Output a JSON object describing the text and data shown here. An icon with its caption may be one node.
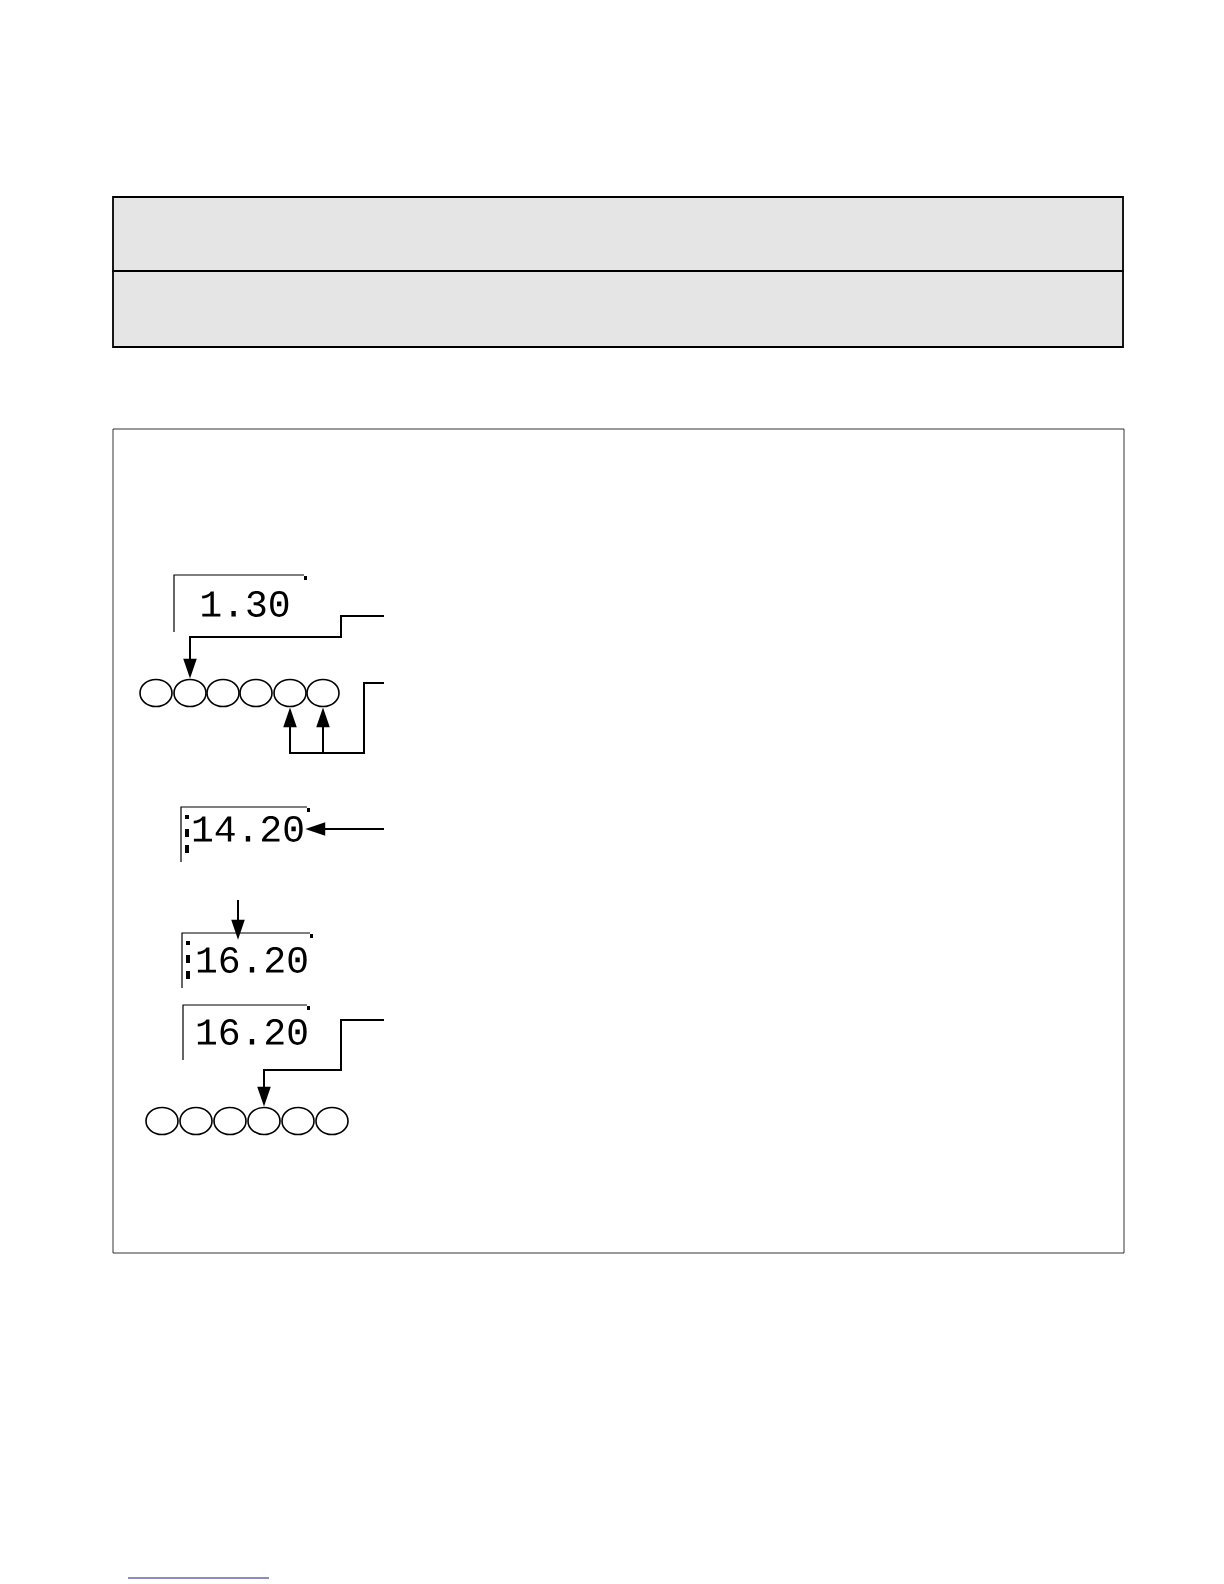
{
  "diagram": {
    "nodes": [
      {
        "text": [],
        "shape": "box"
      },
      {
        "text": [],
        "shape": "box"
      },
      {
        "text": [],
        "shape": "box"
      },
      {
        "text": [
          "1.30"
        ],
        "in": 2
      },
      {
        "text": [],
        "shape": "circle",
        "in": 2
      },
      {
        "text": [],
        "shape": "circle",
        "in": 2
      },
      {
        "text": [],
        "shape": "circle",
        "in": 2
      },
      {
        "text": [],
        "shape": "circle",
        "in": 2
      },
      {
        "text": [],
        "shape": "circle",
        "in": 2
      },
      {
        "text": [],
        "shape": "circle",
        "in": 2
      },
      {
        "text": [
          "14.20"
        ],
        "in": 2
      },
      {
        "text": [
          "16.20"
        ],
        "in": 2
      },
      {
        "text": [
          "16.20"
        ],
        "in": 2
      },
      {
        "text": [],
        "shape": "circle",
        "in": 2
      },
      {
        "text": [],
        "shape": "circle",
        "in": 2
      },
      {
        "text": [],
        "shape": "circle",
        "in": 2
      },
      {
        "text": [],
        "shape": "circle",
        "in": 2
      },
      {
        "text": [],
        "shape": "circle",
        "in": 2
      },
      {
        "text": [],
        "shape": "circle",
        "in": 2
      }
    ],
    "edges": [
      {
        "from": null,
        "to": 5,
        "arrow": "to"
      },
      {
        "from": null,
        "to": 8,
        "arrow": "to"
      },
      {
        "from": null,
        "to": 9,
        "arrow": "to"
      },
      {
        "from": null,
        "to": 10,
        "arrow": "to"
      },
      {
        "from": null,
        "to": 11,
        "arrow": "to"
      },
      {
        "from": null,
        "to": 16,
        "arrow": "to"
      }
    ]
  }
}
